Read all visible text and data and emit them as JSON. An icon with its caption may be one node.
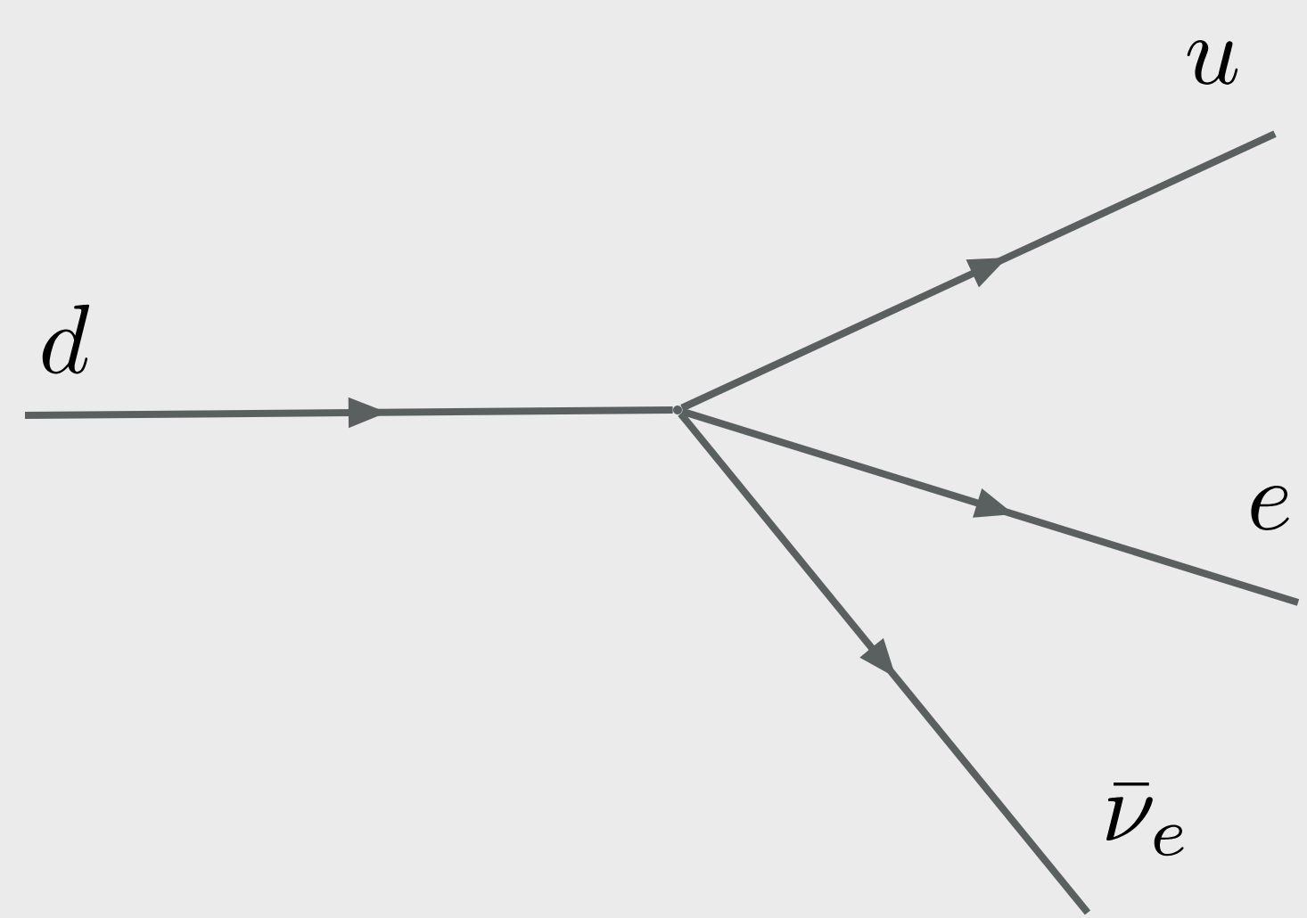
{
  "diagram": {
    "nodes": [
      {
        "text": [
          "d"
        ]
      },
      {
        "text": [
          "u"
        ]
      },
      {
        "text": [
          "e"
        ]
      },
      {
        "text": [
          "\\bar{\\nu}_e"
        ]
      },
      {
        "text": [],
        "shape": "point"
      }
    ],
    "edges": [
      {
        "from": 0,
        "to": 4,
        "arrow": "to"
      },
      {
        "from": 4,
        "to": 1,
        "arrow": "to"
      },
      {
        "from": 4,
        "to": 2,
        "arrow": "to"
      },
      {
        "from": 4,
        "to": 3,
        "arrow": "to"
      }
    ]
  }
}
